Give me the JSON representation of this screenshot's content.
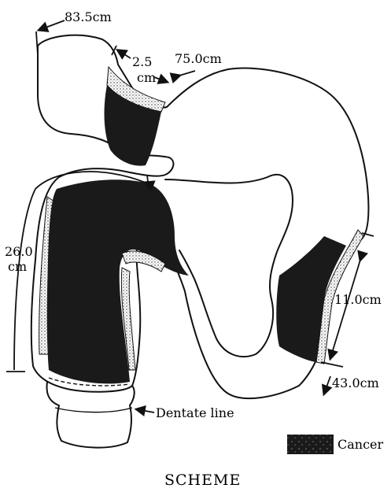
{
  "figure": {
    "title": "SCHEME"
  },
  "measurements": {
    "top_left": "83.5cm",
    "small_gap_value": "2.5",
    "small_gap_unit": "cm",
    "transverse": "75.0cm",
    "rectum_value": "26.0",
    "rectum_unit": "cm",
    "descending_lesion": "11.0cm",
    "descending_lower": "43.0cm"
  },
  "annotations": {
    "dentate_line": "Dentate line"
  },
  "legend": {
    "cancer_label": "Cancer",
    "cancer_color": "#1a1a1a"
  }
}
